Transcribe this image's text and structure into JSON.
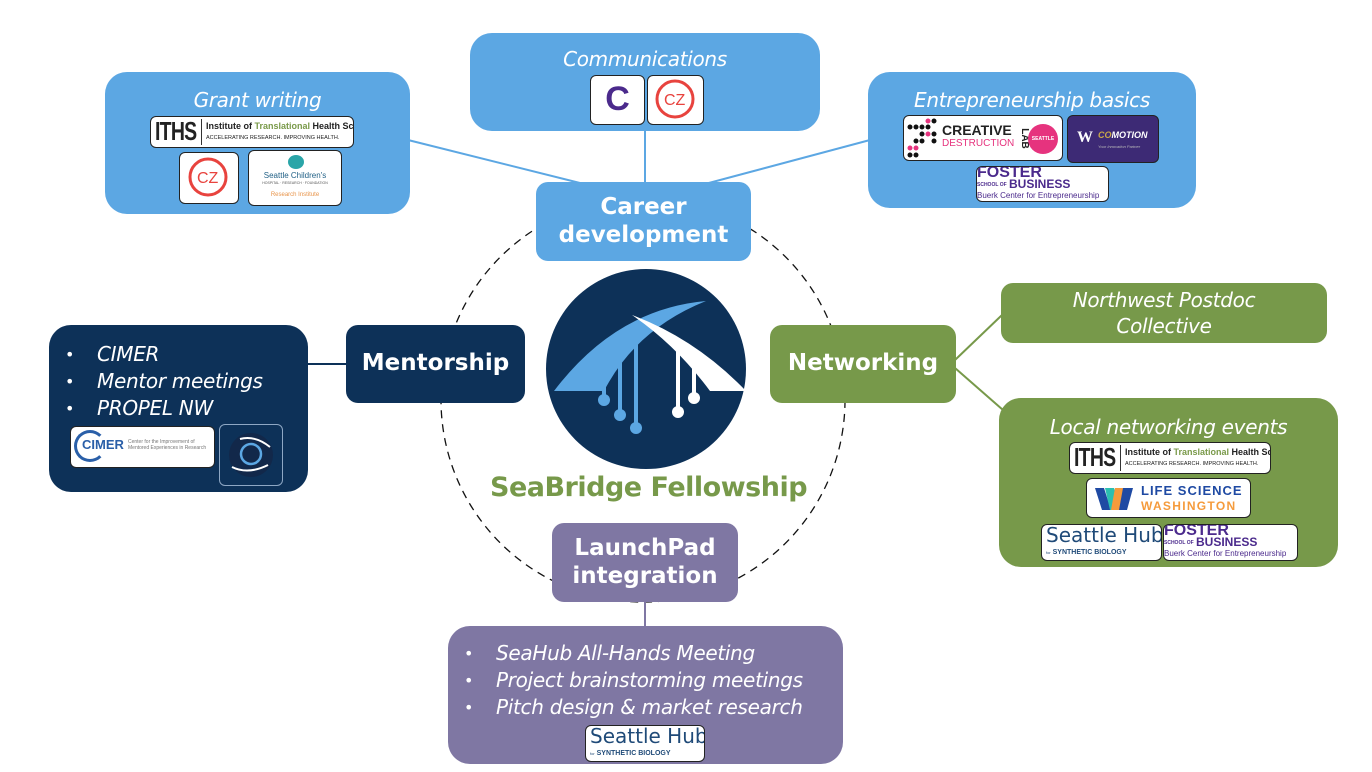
{
  "center": {
    "title": "SeaBridge Fellowship",
    "logo_icon": "seabridge-bridge-logo"
  },
  "hubs": {
    "career": "Career development",
    "career_line1": "Career",
    "career_line2": "development",
    "mentorship": "Mentorship",
    "networking": "Networking",
    "launchpad_line1": "LaunchPad",
    "launchpad_line2": "integration"
  },
  "career": {
    "grant_writing": {
      "title": "Grant writing",
      "logos": [
        "ITHS",
        "CZI",
        "Seattle Children's Research Institute"
      ]
    },
    "communications": {
      "title": "Communications",
      "logos": [
        "C",
        "CZI"
      ]
    },
    "entrepreneurship": {
      "title": "Entrepreneurship basics",
      "logos": [
        "Creative Destruction Lab Seattle",
        "CoMotion",
        "Foster School of Business"
      ]
    }
  },
  "mentorship": {
    "items": [
      "CIMER",
      "Mentor meetings",
      "PROPEL NW"
    ],
    "logos": [
      "CIMER",
      "PROPEL NW"
    ]
  },
  "networking": {
    "postdoc_line1": "Northwest Postdoc",
    "postdoc_line2": "Collective",
    "local": {
      "title": "Local networking events",
      "logos": [
        "ITHS",
        "Life Science Washington",
        "Seattle Hub for Synthetic Biology",
        "Foster School of Business"
      ]
    }
  },
  "launchpad": {
    "items": [
      "SeaHub All-Hands Meeting",
      "Project brainstorming meetings",
      "Pitch design & market research"
    ],
    "logos": [
      "Seattle Hub for Synthetic Biology"
    ]
  },
  "logo_text": {
    "iths_abbr": "ITHS",
    "iths_name_a": "Institute of ",
    "iths_name_b": "Translational",
    "iths_name_c": " Health Sciences",
    "iths_tag": "ACCELERATING RESEARCH. IMPROVING HEALTH.",
    "czi": "CZ",
    "c_letter": "C",
    "sch_name": "Seattle Children's",
    "sch_sub": "HOSPITAL · RESEARCH · FOUNDATION",
    "sch_ri": "Research Institute",
    "cdl_1": "CREATIVE",
    "cdl_2": "DESTRUCTION",
    "cdl_lab": "LAB",
    "cdl_seattle": "SEATTLE",
    "comotion_w": "W",
    "comotion_co": "CO",
    "comotion_motion": "MOTION",
    "comotion_tag": "Your Innovation Partner",
    "foster_1": "FOSTER",
    "foster_school": "SCHOOL OF",
    "foster_2": "BUSINESS",
    "foster_3": "Buerk Center for Entrepreneurship",
    "cimer_abbr": "CIMER",
    "cimer_name": "Center for the Improvement of Mentored Experiences in Research",
    "lsw_1": "LIFE SCIENCE",
    "lsw_2": "WASHINGTON",
    "hub_1": "Seattle Hub",
    "hub_for": "for",
    "hub_2": "SYNTHETIC BIOLOGY"
  },
  "colors": {
    "career_blue": "#5ca7e3",
    "mentorship_navy": "#0d3158",
    "networking_green": "#77994a",
    "launchpad_purple": "#7f77a3"
  }
}
